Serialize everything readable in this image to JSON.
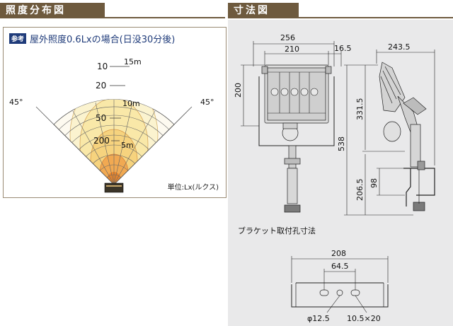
{
  "illuminance_section": {
    "title": "照度分布図",
    "badge": "参考",
    "note": "屋外照度0.6Lxの場合(日没30分後)",
    "unit_note": "単位:Lx(ルクス)",
    "angle_left": "45°",
    "angle_right": "45°",
    "lux_labels": [
      "10",
      "20",
      "50",
      "200"
    ],
    "distance_labels": [
      "15m",
      "10m",
      "5m"
    ]
  },
  "dimension_section": {
    "title": "寸法図",
    "dims": {
      "width_overall": "256",
      "width_head": "210",
      "offset": "16.5",
      "depth": "243.5",
      "head_height": "200",
      "height_upper": "331.5",
      "height_total": "538",
      "height_lower": "206.5",
      "clamp_height": "98"
    },
    "bracket": {
      "title": "ブラケット取付孔寸法",
      "width": "208",
      "pitch": "64.5",
      "hole_round": "φ12.5",
      "hole_slot": "10.5×20"
    }
  },
  "colors": {
    "header_bg": "#6e5a3e",
    "label_blue": "#1f3b7a",
    "panel_bg": "#e9e9ea",
    "beam_outer": "#faf3c8",
    "beam_core": "#e8892a"
  }
}
